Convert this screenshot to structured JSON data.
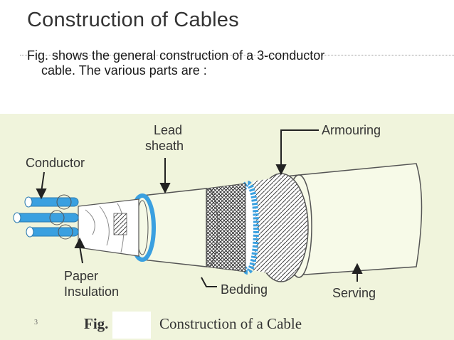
{
  "slide": {
    "title": "Construction  of  Cables",
    "intro_line1": "Fig. shows the general construction of a 3-conductor",
    "intro_line2": "cable. The various parts are :",
    "slide_number": "3"
  },
  "figure": {
    "labels": {
      "conductor": "Conductor",
      "lead_sheath_1": "Lead",
      "lead_sheath_2": "sheath",
      "armouring": "Armouring",
      "paper_insulation_1": "Paper",
      "paper_insulation_2": "Insulation",
      "bedding": "Bedding",
      "serving": "Serving"
    },
    "caption_prefix": "Fig.",
    "caption_text": "Construction of a Cable",
    "colors": {
      "background": "#f0f4dc",
      "conductor_blue": "#3aa0e0",
      "sheath_fill": "#f5f9e6",
      "outline": "#555555"
    }
  }
}
